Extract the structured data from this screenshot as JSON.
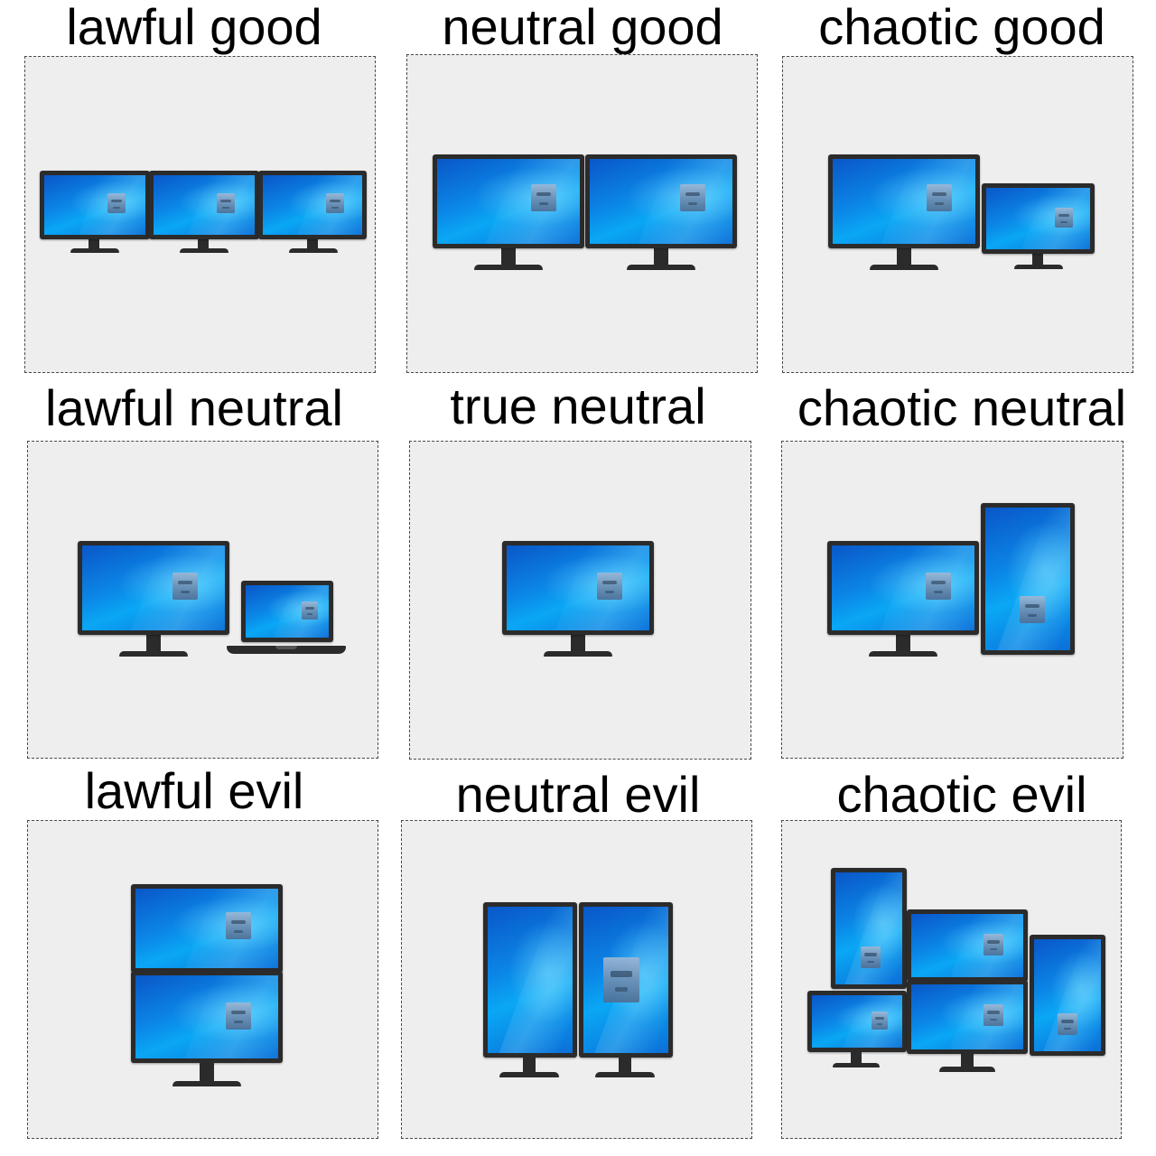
{
  "grid": {
    "cells": [
      {
        "title": "lawful good"
      },
      {
        "title": "neutral good"
      },
      {
        "title": "chaotic good"
      },
      {
        "title": "lawful neutral"
      },
      {
        "title": "true neutral"
      },
      {
        "title": "chaotic neutral"
      },
      {
        "title": "lawful evil"
      },
      {
        "title": "neutral evil"
      },
      {
        "title": "chaotic evil"
      }
    ]
  },
  "colors": {
    "panel_background": "#eeeeee",
    "panel_border": "#4a4a4a",
    "bezel": "#2b2b2b",
    "screen_blue": "#0b86e6",
    "title_text": "#000000"
  },
  "icons": [
    "monitor-icon",
    "laptop-icon",
    "wallpaper-face-icon"
  ]
}
